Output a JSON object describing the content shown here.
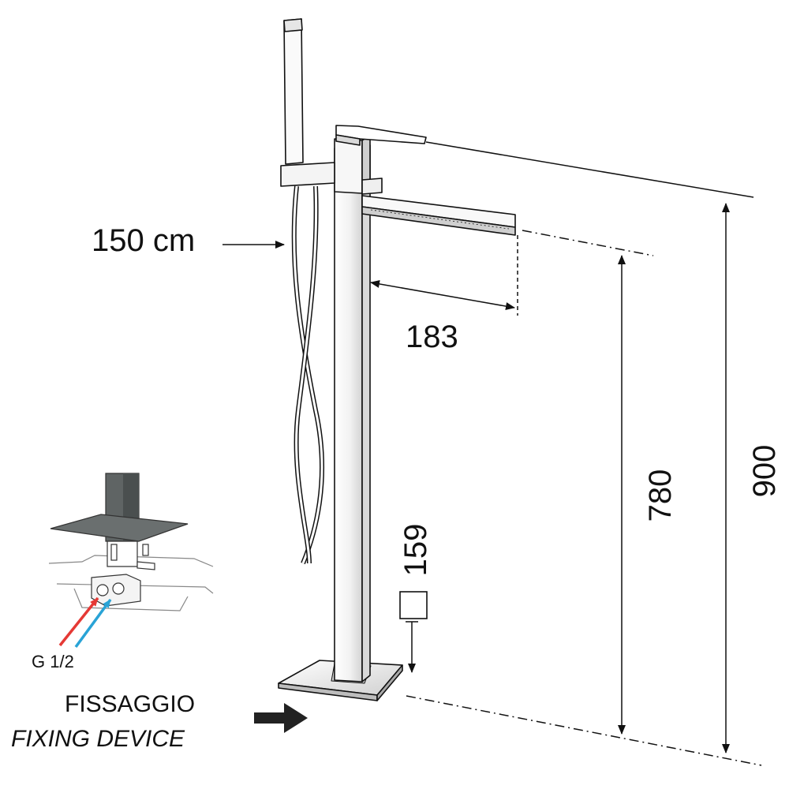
{
  "labels": {
    "hose_length": "150 cm",
    "spout_reach": "183",
    "height_spout": "780",
    "height_total": "900",
    "base_size": "159",
    "inlet_thread": "G 1/2",
    "fixing_it": "FISSAGGIO",
    "fixing_en": "FIXING DEVICE"
  },
  "colors": {
    "line": "#111111",
    "hot": "#e53935",
    "cold": "#29a3d6",
    "plate": "#5f6464",
    "metal_light": "#f4f4f4",
    "metal_shade": "#c8c8c8"
  }
}
